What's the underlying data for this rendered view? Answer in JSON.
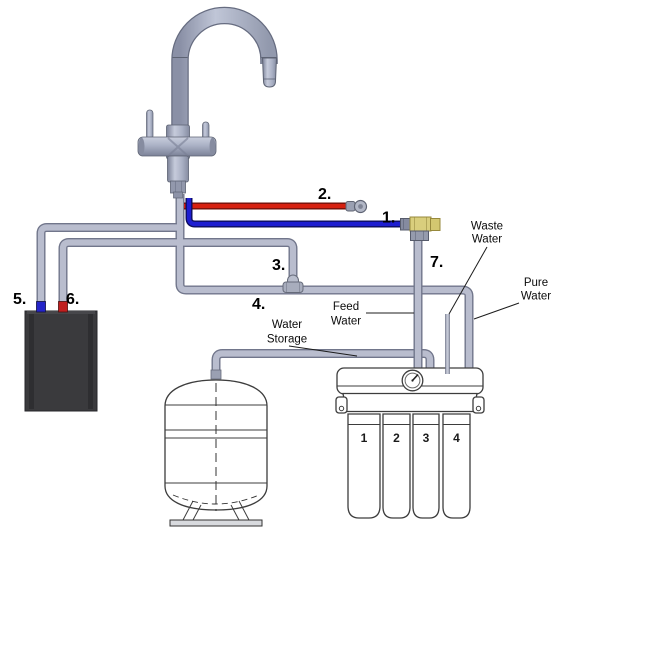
{
  "callouts": {
    "n1": "1.",
    "n2": "2.",
    "n3": "3.",
    "n4": "4.",
    "n5": "5.",
    "n6": "6.",
    "n7": "7."
  },
  "annotations": {
    "waste_water": {
      "line1": "Waste",
      "line2": "Water"
    },
    "pure_water": {
      "line1": "Pure",
      "line2": "Water"
    },
    "feed_water": {
      "line1": "Feed",
      "line2": "Water"
    },
    "water_storage": {
      "line1": "Water",
      "line2": "Storage"
    }
  },
  "filter_unit": {
    "stages": [
      "1",
      "2",
      "3",
      "4"
    ]
  },
  "colors": {
    "hot_line": "#d6200f",
    "cold_line": "#1d1dd0",
    "pipe": "#b9bdce",
    "brass_fitting": "#d9ce7d",
    "boiler_body": "#3a3a3d"
  }
}
